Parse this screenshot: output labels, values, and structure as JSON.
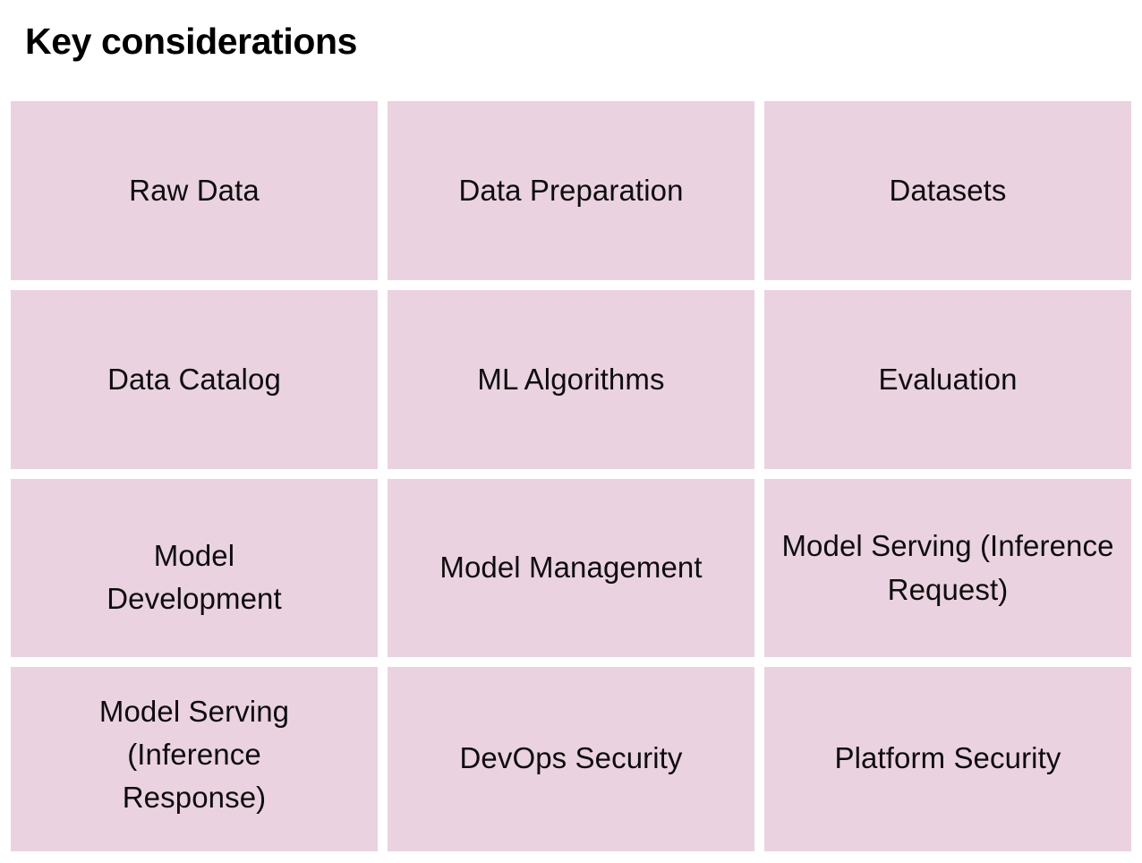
{
  "slide": {
    "title": "Key considerations",
    "background_color": "#FFFFFF",
    "title_color": "#000000"
  },
  "grid": {
    "columns": 3,
    "rows": 4,
    "cell_color": "#EBD2E0",
    "cell_text_color": "#0D0D0D",
    "cells": [
      {
        "id": "r1c1",
        "label": "Raw Data"
      },
      {
        "id": "r1c2",
        "label": "Data Preparation"
      },
      {
        "id": "r1c3",
        "label": "Datasets"
      },
      {
        "id": "r2c1",
        "label": "Data Catalog"
      },
      {
        "id": "r2c2",
        "label": "ML Algorithms"
      },
      {
        "id": "r2c3",
        "label": "Evaluation"
      },
      {
        "id": "r3c1",
        "label": "Model Development"
      },
      {
        "id": "r3c2",
        "label": "Model Management"
      },
      {
        "id": "r3c3",
        "label": "Model Serving (Inference Request)"
      },
      {
        "id": "r4c1",
        "label": "Model Serving (Inference Response)"
      },
      {
        "id": "r4c2",
        "label": "DevOps Security"
      },
      {
        "id": "r4c3",
        "label": "Platform Security"
      }
    ]
  }
}
